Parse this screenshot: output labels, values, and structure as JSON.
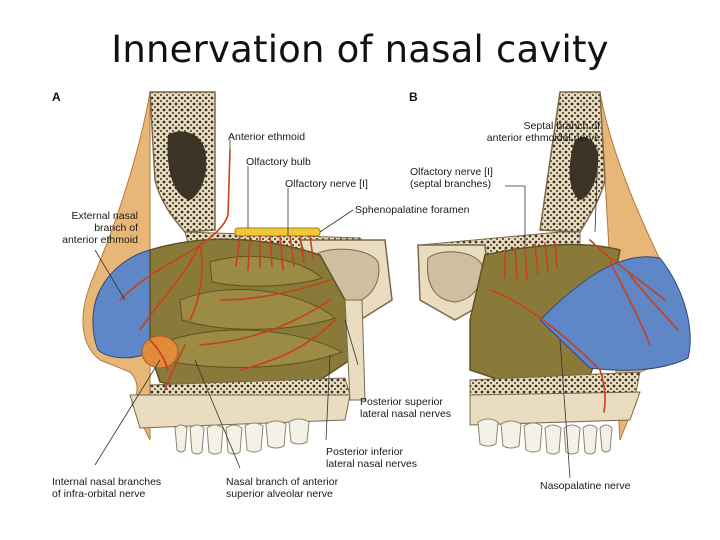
{
  "title": "Innervation of nasal cavity",
  "panels": {
    "a": {
      "letter": "A",
      "labels": {
        "anterior_ethmoid": "Anterior ethmoid",
        "olfactory_bulb": "Olfactory bulb",
        "olfactory_nerve": "Olfactory nerve [I]",
        "sphenopalatine_foramen": "Sphenopalatine foramen",
        "external_nasal_1": "External nasal",
        "external_nasal_2": "branch of",
        "external_nasal_3": "anterior ethmoid",
        "posterior_superior_1": "Posterior superior",
        "posterior_superior_2": "lateral nasal nerves",
        "posterior_inferior_1": "Posterior inferior",
        "posterior_inferior_2": "lateral nasal nerves",
        "internal_nasal_1": "Internal nasal branches",
        "internal_nasal_2": "of infra-orbital nerve",
        "nasal_branch_1": "Nasal branch of anterior",
        "nasal_branch_2": "superior alveolar nerve"
      }
    },
    "b": {
      "letter": "B",
      "labels": {
        "septal_branch_1": "Septal branch of",
        "septal_branch_2": "anterior ethmoidal nerve",
        "olfactory_septal_1": "Olfactory nerve [I]",
        "olfactory_septal_2": "(septal branches)",
        "nasopalatine": "Nasopalatine nerve"
      }
    }
  },
  "colors": {
    "bone": "#e9dcc0",
    "bone_edge": "#7a6a4a",
    "marrow": "#3a3325",
    "mucosa": "#8a7a3a",
    "mucosa_dark": "#5e5320",
    "skin": "#e8b777",
    "blue": "#5f86c6",
    "nerve": "#c8401c",
    "bulb": "#f0c93a",
    "teeth": "#f4f1e6"
  }
}
